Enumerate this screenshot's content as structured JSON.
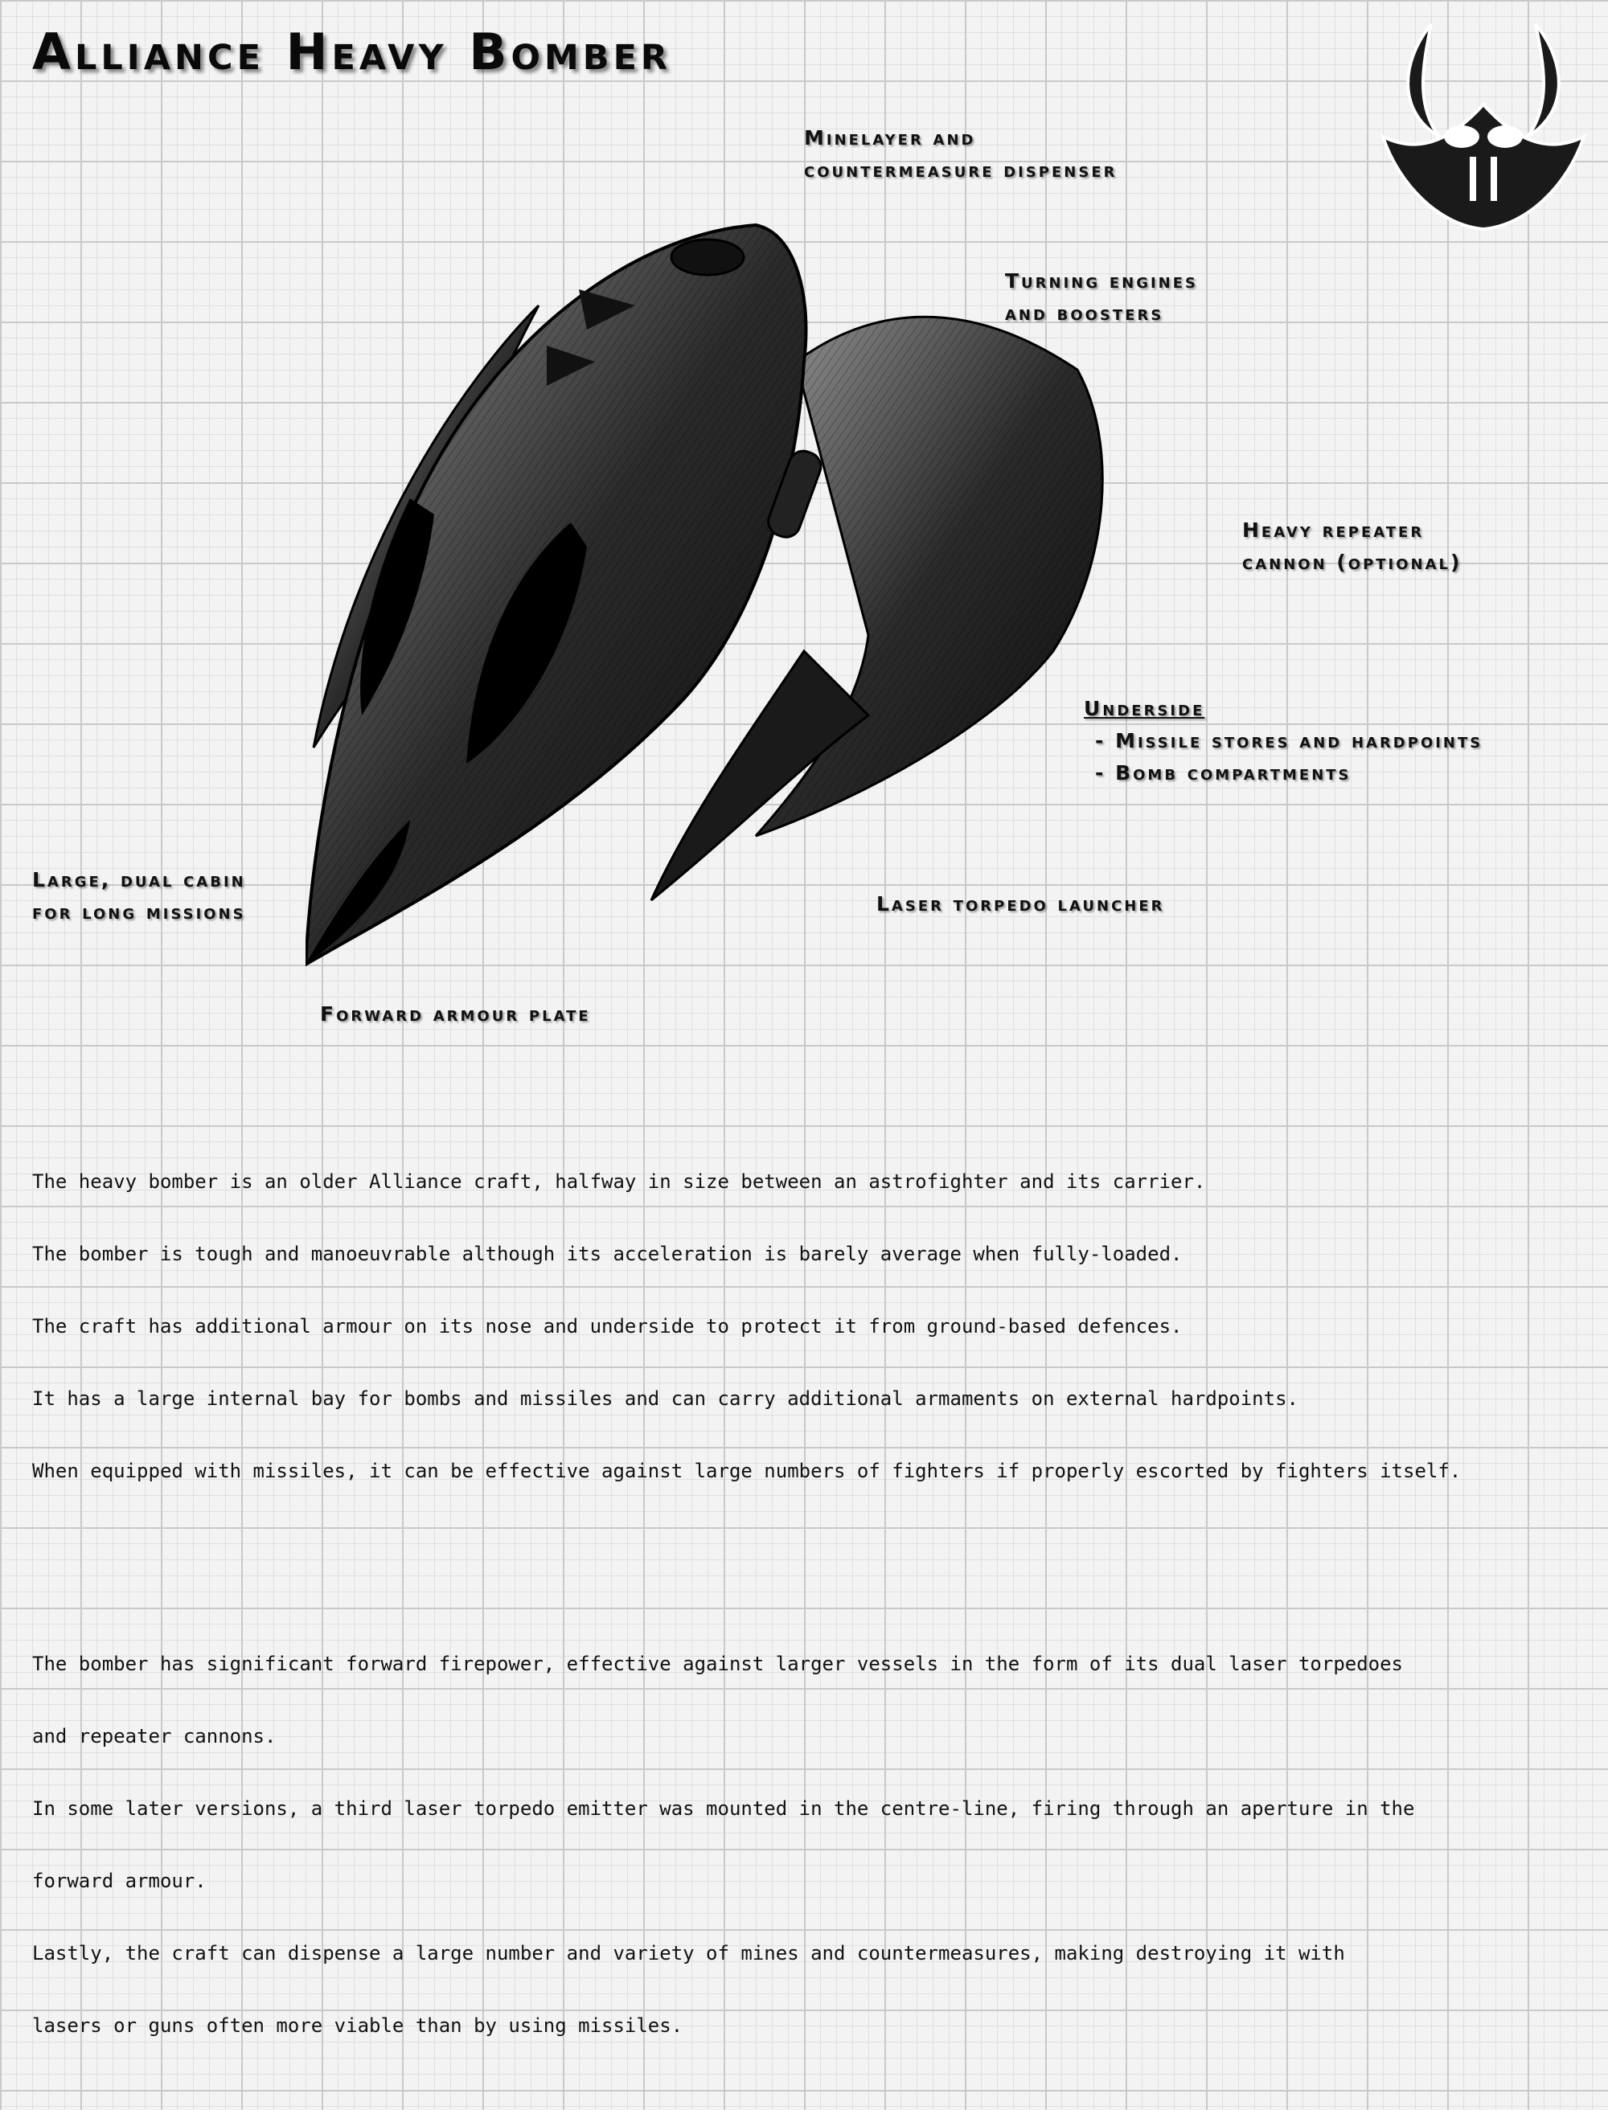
{
  "title": "Alliance Heavy Bomber",
  "labels": {
    "minelayer": [
      "Minelayer and",
      "countermeasure dispenser"
    ],
    "turning": [
      "Turning engines",
      "and boosters"
    ],
    "repeater": [
      "Heavy repeater",
      "cannon (optional)"
    ],
    "underside": {
      "heading": "Underside",
      "items": [
        "- Missile stores and hardpoints",
        "- Bomb compartments"
      ]
    },
    "cabin": [
      "Large, dual cabin",
      "for long missions"
    ],
    "torpedo": "Laser torpedo launcher",
    "armour": "Forward armour plate"
  },
  "description": {
    "para1": [
      "The heavy bomber is an older Alliance craft, halfway in size between an astrofighter and its carrier.",
      "The bomber is tough and manoeuvrable although its acceleration is barely average when fully-loaded.",
      "The craft has additional armour on its nose and underside to protect it from ground-based defences.",
      "It has a large internal bay for bombs and missiles and can carry additional armaments on external hardpoints.",
      "When equipped with missiles, it can be effective against large numbers of fighters if properly escorted by fighters itself."
    ],
    "para2": [
      "The bomber has significant forward firepower, effective against larger vessels in the form of its dual laser torpedoes",
      "and repeater cannons.",
      "In some later versions, a third laser torpedo emitter was mounted in the centre-line, firing through an aperture in the",
      "forward armour.",
      "Lastly, the craft can dispense a large number and variety of mines and countermeasures, making destroying it with",
      "lasers or guns often more viable than by using missiles."
    ]
  },
  "icons": {
    "emblem": "alliance-emblem-icon",
    "ship": "heavy-bomber-sketch"
  },
  "colors": {
    "ink": "#111111",
    "grid": "#c9c9c9",
    "paper": "#f3f3f3"
  }
}
